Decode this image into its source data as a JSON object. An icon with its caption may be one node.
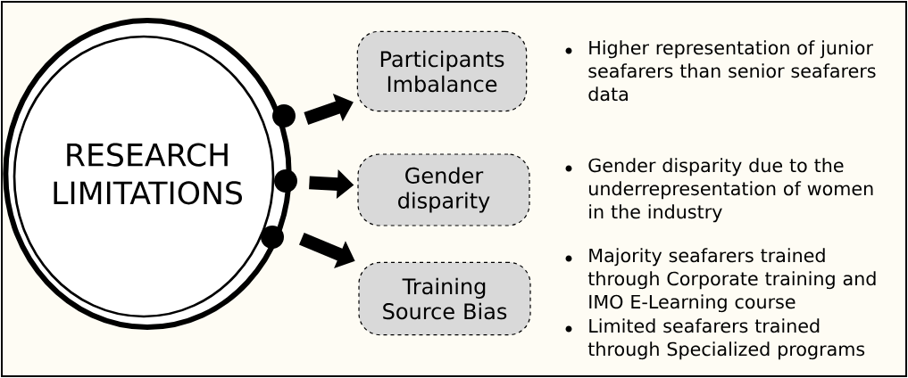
{
  "diagram": {
    "nodes": [
      {
        "text": [
          "RESEARCH LIMITATIONS"
        ]
      },
      {
        "text": [
          "Participants Imbalance"
        ],
        "beside": [
          "Higher representation of junior seafarers than senior seafarers data"
        ]
      },
      {
        "text": [
          "Gender disparity"
        ],
        "beside": [
          "Gender disparity due to the underrepresentation of women in the industry"
        ]
      },
      {
        "text": [
          "Training Source Bias"
        ],
        "beside": [
          "Majority seafarers trained through Corporate training and IMO E-Learning course",
          "Limited seafarers trained through Specialized programs"
        ]
      }
    ],
    "edges": [
      {
        "from": 0,
        "to": 1,
        "arrow": "to"
      },
      {
        "from": 0,
        "to": 2,
        "arrow": "to"
      },
      {
        "from": 0,
        "to": 3,
        "arrow": "to"
      }
    ]
  }
}
